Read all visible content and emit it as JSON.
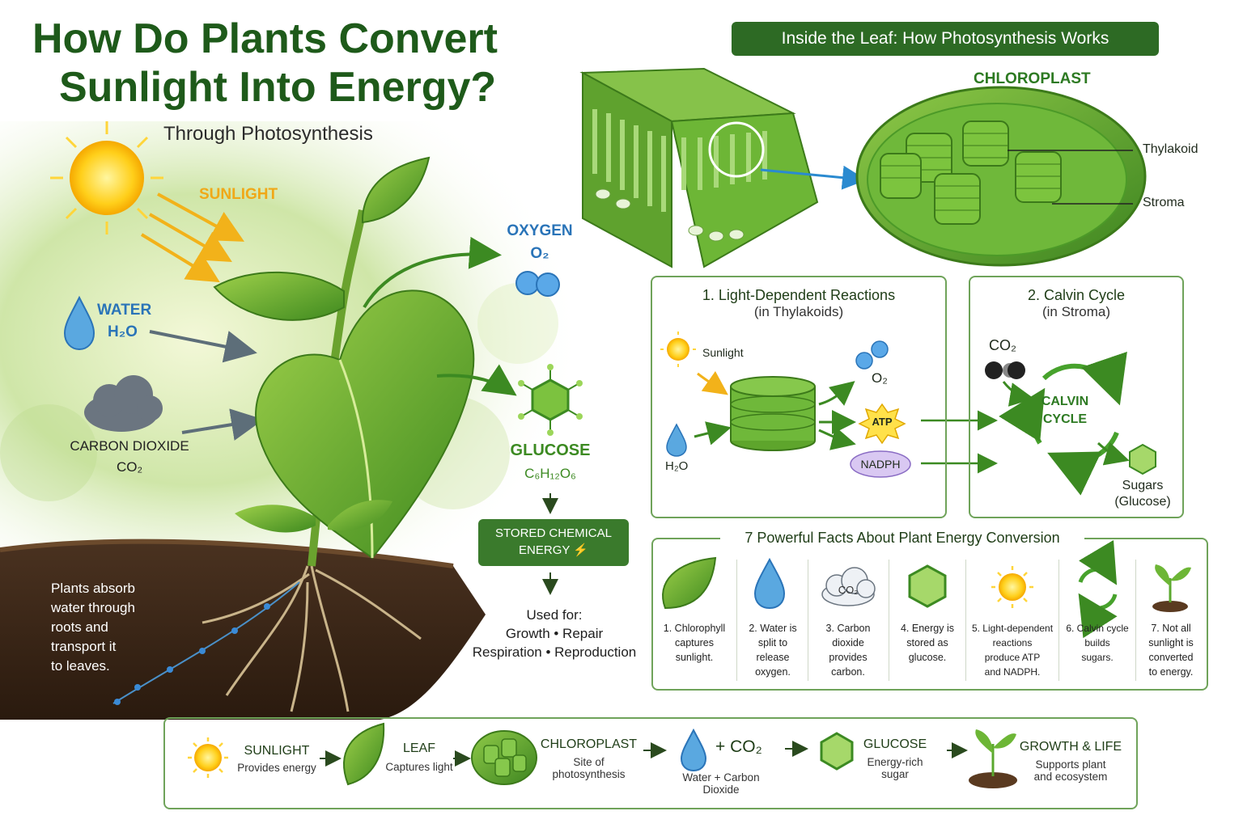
{
  "header": {
    "title_line1": "How Do Plants Convert",
    "title_line2": "Sunlight Into Energy?",
    "subtitle": "Through Photosynthesis"
  },
  "left_diagram": {
    "sunlight_label": "SUNLIGHT",
    "oxygen_label": "OXYGEN",
    "oxygen_formula": "O₂",
    "water_label": "WATER",
    "water_formula": "H₂O",
    "co2_label": "CARBON DIOXIDE",
    "co2_formula": "CO₂",
    "glucose_label": "GLUCOSE",
    "glucose_formula": "C₆H₁₂O₆",
    "stored_line1": "STORED CHEMICAL",
    "stored_line2": "ENERGY",
    "used_for_title": "Used for:",
    "used_for_line1": "Growth • Repair",
    "used_for_line2": "Respiration • Reproduction",
    "roots_text": [
      "Plants absorb",
      "water through",
      "roots and",
      "transport it",
      "to leaves."
    ]
  },
  "leaf_section": {
    "banner": "Inside the Leaf: How Photosynthesis Works",
    "chloroplast_label": "CHLOROPLAST",
    "thylakoid_label": "Thylakoid",
    "stroma_label": "Stroma"
  },
  "light_reactions": {
    "title": "1. Light-Dependent Reactions",
    "subtitle": "(in Thylakoids)",
    "sunlight": "Sunlight",
    "water": "H₂O",
    "oxygen": "O₂",
    "atp": "ATP",
    "nadph": "NADPH"
  },
  "calvin": {
    "title": "2. Calvin Cycle",
    "subtitle": "(in Stroma)",
    "co2": "CO₂",
    "cycle_line1": "CALVIN",
    "cycle_line2": "CYCLE",
    "sugars_line1": "Sugars",
    "sugars_line2": "(Glucose)"
  },
  "facts": {
    "title": "7 Powerful Facts About Plant Energy Conversion",
    "cloud_label": "CO₂",
    "items": [
      {
        "icon": "leaf-icon",
        "lines": [
          "1. Chlorophyll",
          "captures",
          "sunlight."
        ]
      },
      {
        "icon": "water-drop-icon",
        "lines": [
          "2. Water is",
          "split to",
          "release",
          "oxygen."
        ]
      },
      {
        "icon": "co2-cloud-icon",
        "lines": [
          "3. Carbon",
          "dioxide",
          "provides",
          "carbon."
        ]
      },
      {
        "icon": "hexagon-icon",
        "lines": [
          "4. Energy is",
          "stored as",
          "glucose."
        ]
      },
      {
        "icon": "sun-icon",
        "lines": [
          "5. Light-dependent",
          "reactions",
          "produce ATP",
          "and NADPH."
        ]
      },
      {
        "icon": "cycle-icon",
        "lines": [
          "6. Calvin cycle",
          "builds",
          "sugars."
        ]
      },
      {
        "icon": "sprout-icon",
        "lines": [
          "7. Not all",
          "sunlight is",
          "converted",
          "to energy."
        ]
      }
    ]
  },
  "flow": {
    "sunlight_title": "SUNLIGHT",
    "sunlight_sub": "Provides energy",
    "leaf_title": "LEAF",
    "leaf_sub": "Captures light",
    "chloroplast_title": "CHLOROPLAST",
    "chloroplast_sub1": "Site of",
    "chloroplast_sub2": "photosynthesis",
    "plus_co2": "+ CO₂",
    "water_co2_sub1": "Water + Carbon",
    "water_co2_sub2": "Dioxide",
    "glucose_title": "GLUCOSE",
    "glucose_sub1": "Energy-rich",
    "glucose_sub2": "sugar",
    "growth_title": "GROWTH & LIFE",
    "growth_sub1": "Supports plant",
    "growth_sub2": "and ecosystem"
  },
  "colors": {
    "title_green": "#1e5a1a",
    "accent_green": "#3c8a22",
    "sun_yellow": "#f5b800",
    "water_blue": "#2a74b8",
    "banner_green": "#2d6a24",
    "atp_yellow": "#ffe14a",
    "nadph_purple": "#d9c8f2"
  }
}
